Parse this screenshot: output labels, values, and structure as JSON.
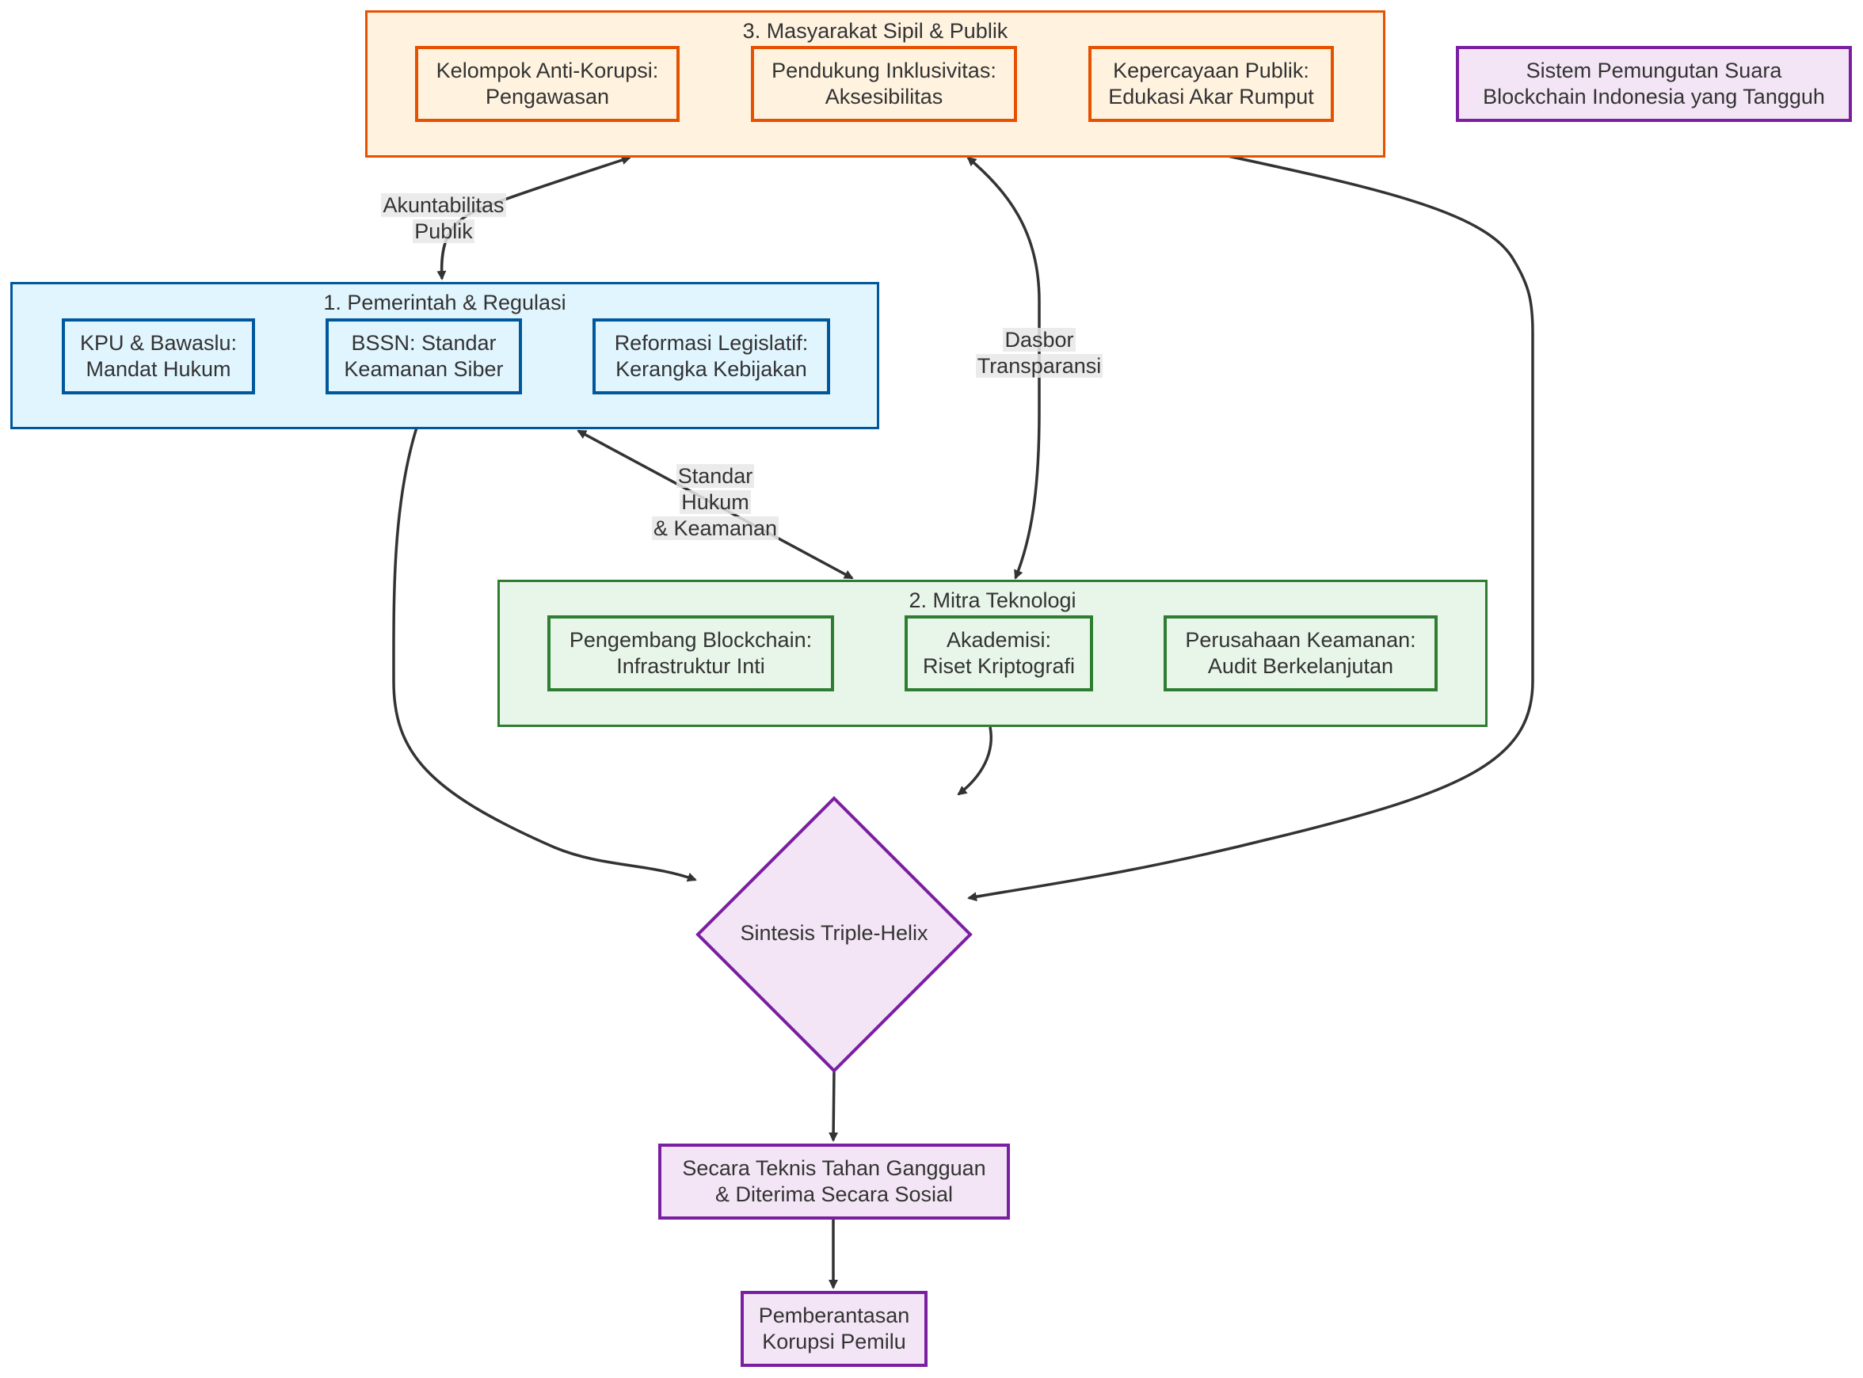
{
  "colors": {
    "civil_fill": "#fff3e0",
    "civil_stroke": "#e65100",
    "gov_fill": "#e1f5fe",
    "gov_stroke": "#01579b",
    "tech_fill": "#e8f5e9",
    "tech_stroke": "#2e7d32",
    "out_fill": "#f3e5f5",
    "out_stroke": "#7b1fa2",
    "edge": "#333333"
  },
  "groups": {
    "civil": {
      "title": "3. Masyarakat Sipil & Publik",
      "nodes": [
        {
          "line1": "Kelompok Anti-Korupsi:",
          "line2": "Pengawasan"
        },
        {
          "line1": "Pendukung Inklusivitas:",
          "line2": "Aksesibilitas"
        },
        {
          "line1": "Kepercayaan Publik:",
          "line2": "Edukasi Akar Rumput"
        }
      ]
    },
    "gov": {
      "title": "1. Pemerintah & Regulasi",
      "nodes": [
        {
          "line1": "KPU & Bawaslu:",
          "line2": "Mandat Hukum"
        },
        {
          "line1": "BSSN: Standar",
          "line2": "Keamanan Siber"
        },
        {
          "line1": "Reformasi Legislatif:",
          "line2": "Kerangka Kebijakan"
        }
      ]
    },
    "tech": {
      "title": "2. Mitra Teknologi",
      "nodes": [
        {
          "line1": "Pengembang Blockchain:",
          "line2": "Infrastruktur Inti"
        },
        {
          "line1": "Akademisi:",
          "line2": "Riset Kriptografi"
        },
        {
          "line1": "Perusahaan Keamanan:",
          "line2": "Audit Berkelanjutan"
        }
      ]
    }
  },
  "title_node": {
    "line1": "Sistem Pemungutan Suara",
    "line2": "Blockchain Indonesia yang Tangguh"
  },
  "synthesis": {
    "label": "Sintesis Triple-Helix"
  },
  "outcome1": {
    "line1": "Secara Teknis Tahan Gangguan",
    "line2": "& Diterima Secara Sosial"
  },
  "outcome2": {
    "line1": "Pemberantasan",
    "line2": "Korupsi Pemilu"
  },
  "edge_labels": {
    "accountability": {
      "line1": "Akuntabilitas",
      "line2": "Publik"
    },
    "transparency": {
      "line1": "Dasbor",
      "line2": "Transparansi"
    },
    "standards": {
      "line1": "Standar",
      "line2": "Hukum",
      "line3": "& Keamanan"
    }
  }
}
